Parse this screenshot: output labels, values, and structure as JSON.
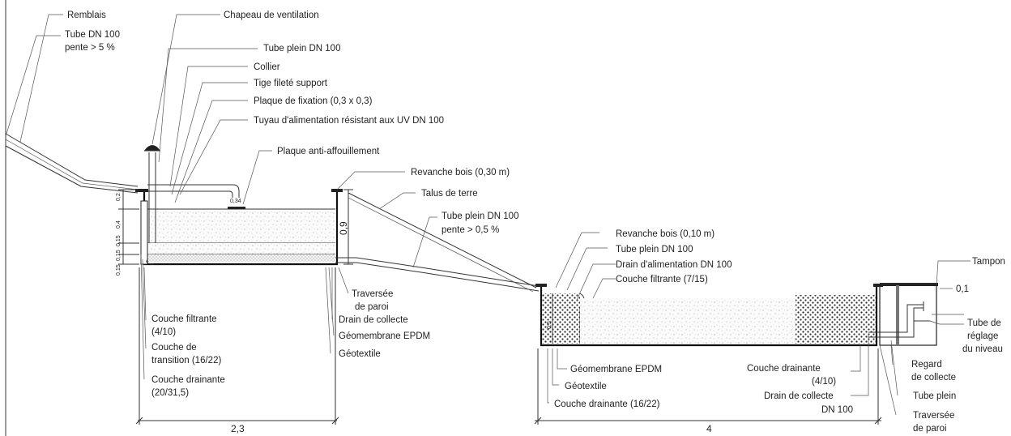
{
  "labels": {
    "remblais": "Remblais",
    "tube_dn100": "Tube DN 100",
    "pente5": "pente > 5 %",
    "chapeau": "Chapeau de ventilation",
    "tube_plein_top": "Tube plein DN 100",
    "collier": "Collier",
    "tige": "Tige fileté support",
    "plaque_fix": "Plaque de fixation (0,3 x 0,3)",
    "tuyau_uv": "Tuyau d'alimentation résistant aux UV DN 100",
    "plaque_anti": "Plaque anti-affouillement",
    "revanche_030": "Revanche bois (0,30 m)",
    "talus": "Talus de terre",
    "tube_plein_mid": "Tube plein DN 100",
    "pente05": "pente > 0,5 %",
    "couche_filtrante_410": "Couche filtrante",
    "couche_filtrante_410b": "(4/10)",
    "couche_transition": "Couche de",
    "couche_transition_b": "transition (16/22)",
    "couche_drainante_2031": "Couche drainante",
    "couche_drainante_2031b": "(20/31,5)",
    "traversee1": "Traversée",
    "traversee1b": "de paroi",
    "drain_collecte": "Drain de collecte",
    "geomembrane1": "Géomembrane EPDM",
    "geotextile1": "Géotextile",
    "revanche_010": "Revanche bois (0,10 m)",
    "tube_plein_r": "Tube plein DN 100",
    "drain_alim": "Drain d'alimentation DN 100",
    "couche_filtrante_715": "Couche filtrante (7/15)",
    "geomembrane2": "Géomembrane EPDM",
    "geotextile2": "Géotextile",
    "couche_drainante_1622": "Couche drainante (16/22)",
    "couche_drainante_410": "Couche drainante",
    "couche_drainante_410b": "(4/10)",
    "drain_collecte_r": "Drain de collecte",
    "drain_collecte_rb": "DN 100",
    "tampon": "Tampon",
    "val_01": "0,1",
    "tube_reglage": "Tube de",
    "tube_reglage_b": "réglage",
    "tube_reglage_c": "du niveau",
    "regard": "Regard",
    "regard_b": "de collecte",
    "tube_plein_br": "Tube plein",
    "traversee2": "Traversée",
    "traversee2b": "de paroi"
  },
  "dimensions": {
    "width_left": "2,3",
    "width_right": "4",
    "d02": "0,2",
    "d04": "0,4",
    "d015a": "0,15",
    "d015b": "0,15",
    "d015c": "0,15",
    "d09": "0,9",
    "d05": "0,5",
    "d034": "0,34"
  }
}
